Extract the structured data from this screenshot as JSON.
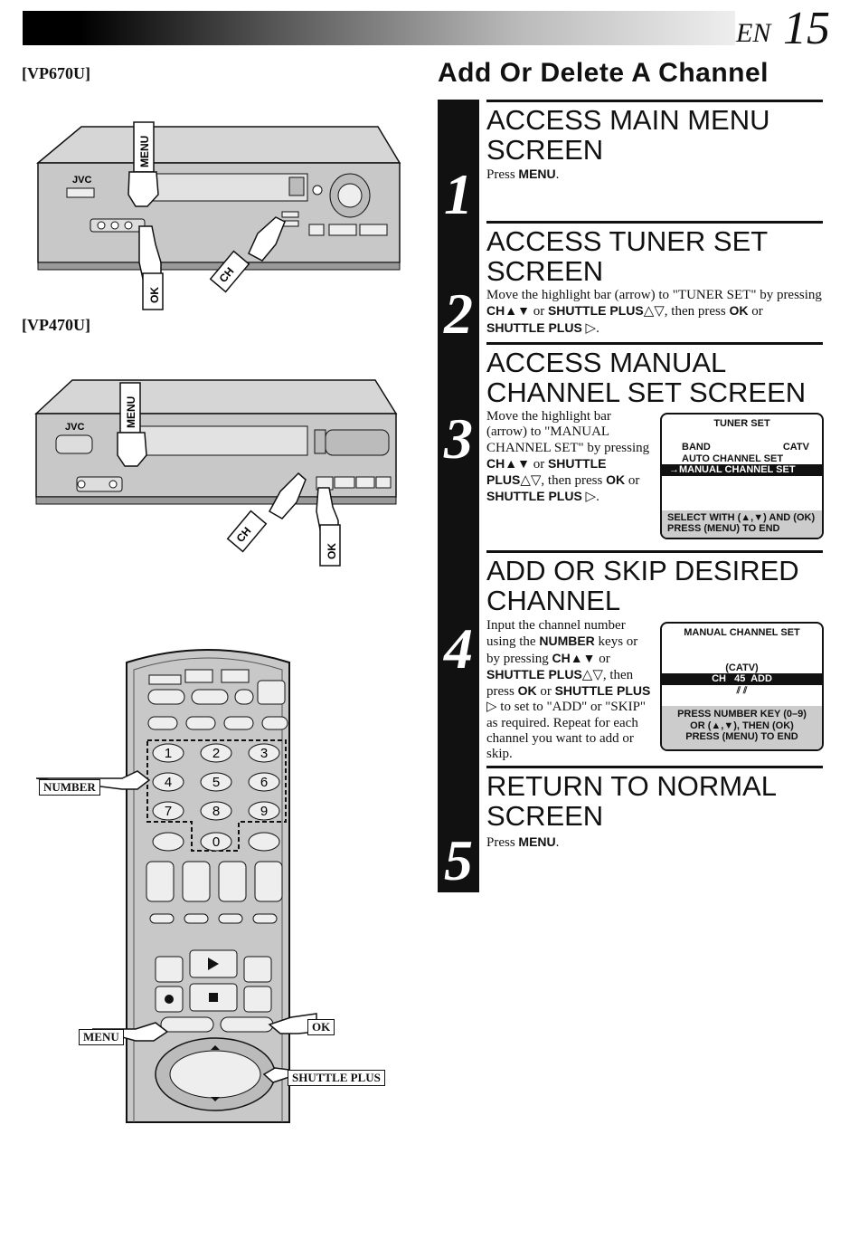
{
  "header": {
    "lang": "EN",
    "page": "15"
  },
  "models": {
    "top": "[VP670U]",
    "bottom": "[VP470U]"
  },
  "vcr": {
    "brand": "JVC",
    "menu": "MENU",
    "ok": "OK",
    "ch": "CH"
  },
  "remote_labels": {
    "number": "NUMBER",
    "menu": "MENU",
    "ok": "OK",
    "shuttle": "SHUTTLE PLUS"
  },
  "remote_keys": [
    "1",
    "2",
    "3",
    "4",
    "5",
    "6",
    "7",
    "8",
    "9",
    "0"
  ],
  "title": "Add Or Delete A Channel",
  "steps": [
    {
      "num": "1",
      "h1": "ACCESS MAIN MENU",
      "h2": "SCREEN"
    },
    {
      "num": "2",
      "h1": "ACCESS TUNER SET",
      "h2": "SCREEN"
    },
    {
      "num": "3",
      "h1": "ACCESS MANUAL",
      "h2": "CHANNEL SET SCREEN"
    },
    {
      "num": "4",
      "h1": "ADD OR SKIP DESIRED",
      "h2": "CHANNEL"
    },
    {
      "num": "5",
      "h1": "RETURN TO NORMAL",
      "h2": "SCREEN"
    }
  ],
  "tuner_screen": {
    "title": "TUNER SET",
    "band": "BAND",
    "band_value": "CATV",
    "auto": "AUTO CHANNEL SET",
    "manual": "→MANUAL CHANNEL SET",
    "foot1": "SELECT WITH (▲,▼) AND (OK)",
    "foot2": "PRESS (MENU) TO END"
  },
  "manual_screen": {
    "title": "MANUAL CHANNEL SET",
    "catv": "(CATV)",
    "ch_line": "CH   45  ADD",
    "foot1": "PRESS NUMBER KEY (0–9)",
    "foot2": "OR (▲,▼), THEN (OK)",
    "foot3": "PRESS (MENU) TO END"
  }
}
